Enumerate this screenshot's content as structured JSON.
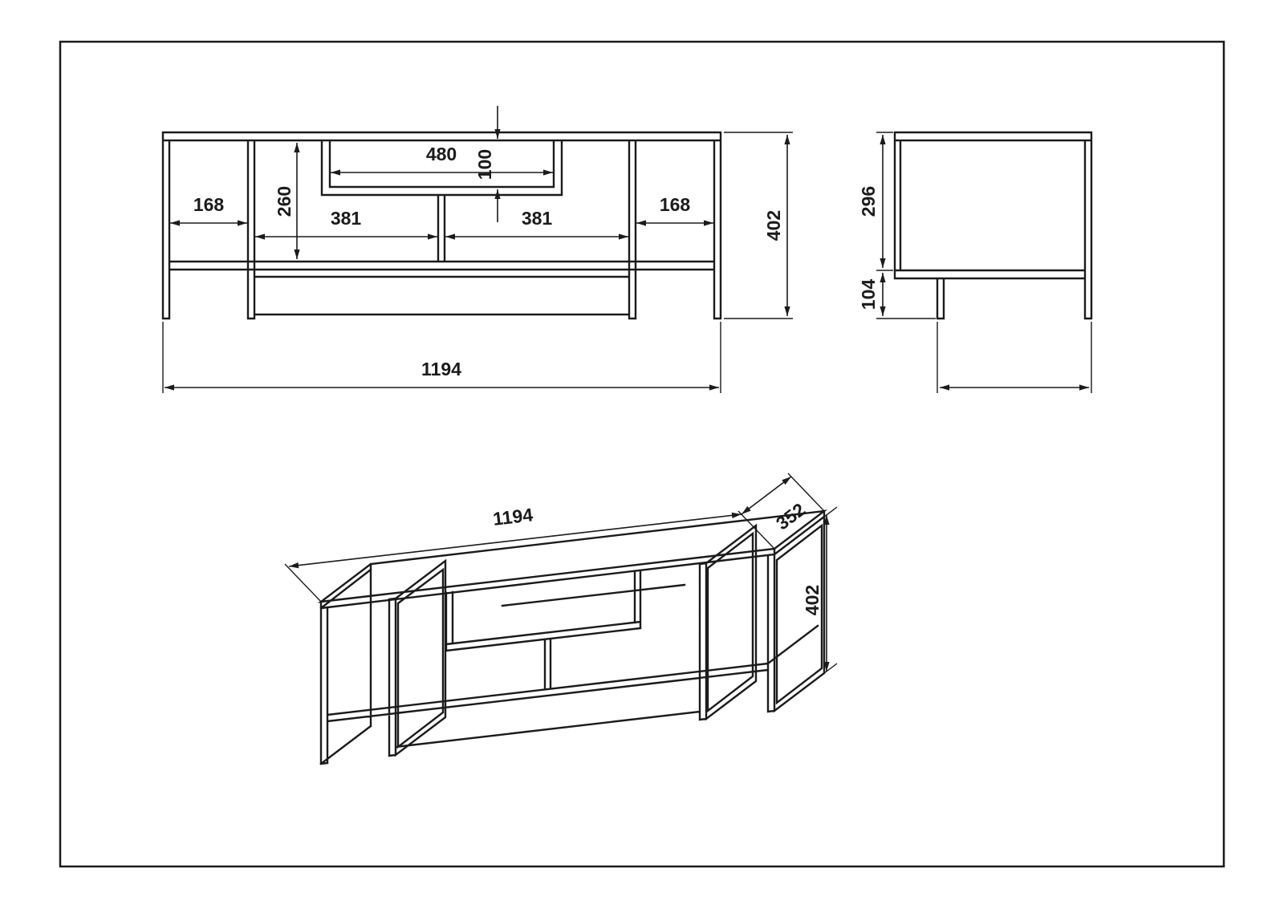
{
  "colors": {
    "line": "#1b1b1b",
    "background": "#ffffff"
  },
  "views": {
    "front": {
      "dims": {
        "opening_width": "480",
        "opening_height": "100",
        "left_compartment_width": "168",
        "upper_section_height": "260",
        "left_shelf_width": "381",
        "right_shelf_width": "381",
        "right_compartment_width": "168",
        "total_height": "402",
        "total_width": "1194"
      }
    },
    "side": {
      "dims": {
        "body_height": "296",
        "leg_height": "104"
      }
    },
    "isometric": {
      "dims": {
        "width": "1194",
        "depth": "352",
        "height": "402"
      }
    }
  }
}
